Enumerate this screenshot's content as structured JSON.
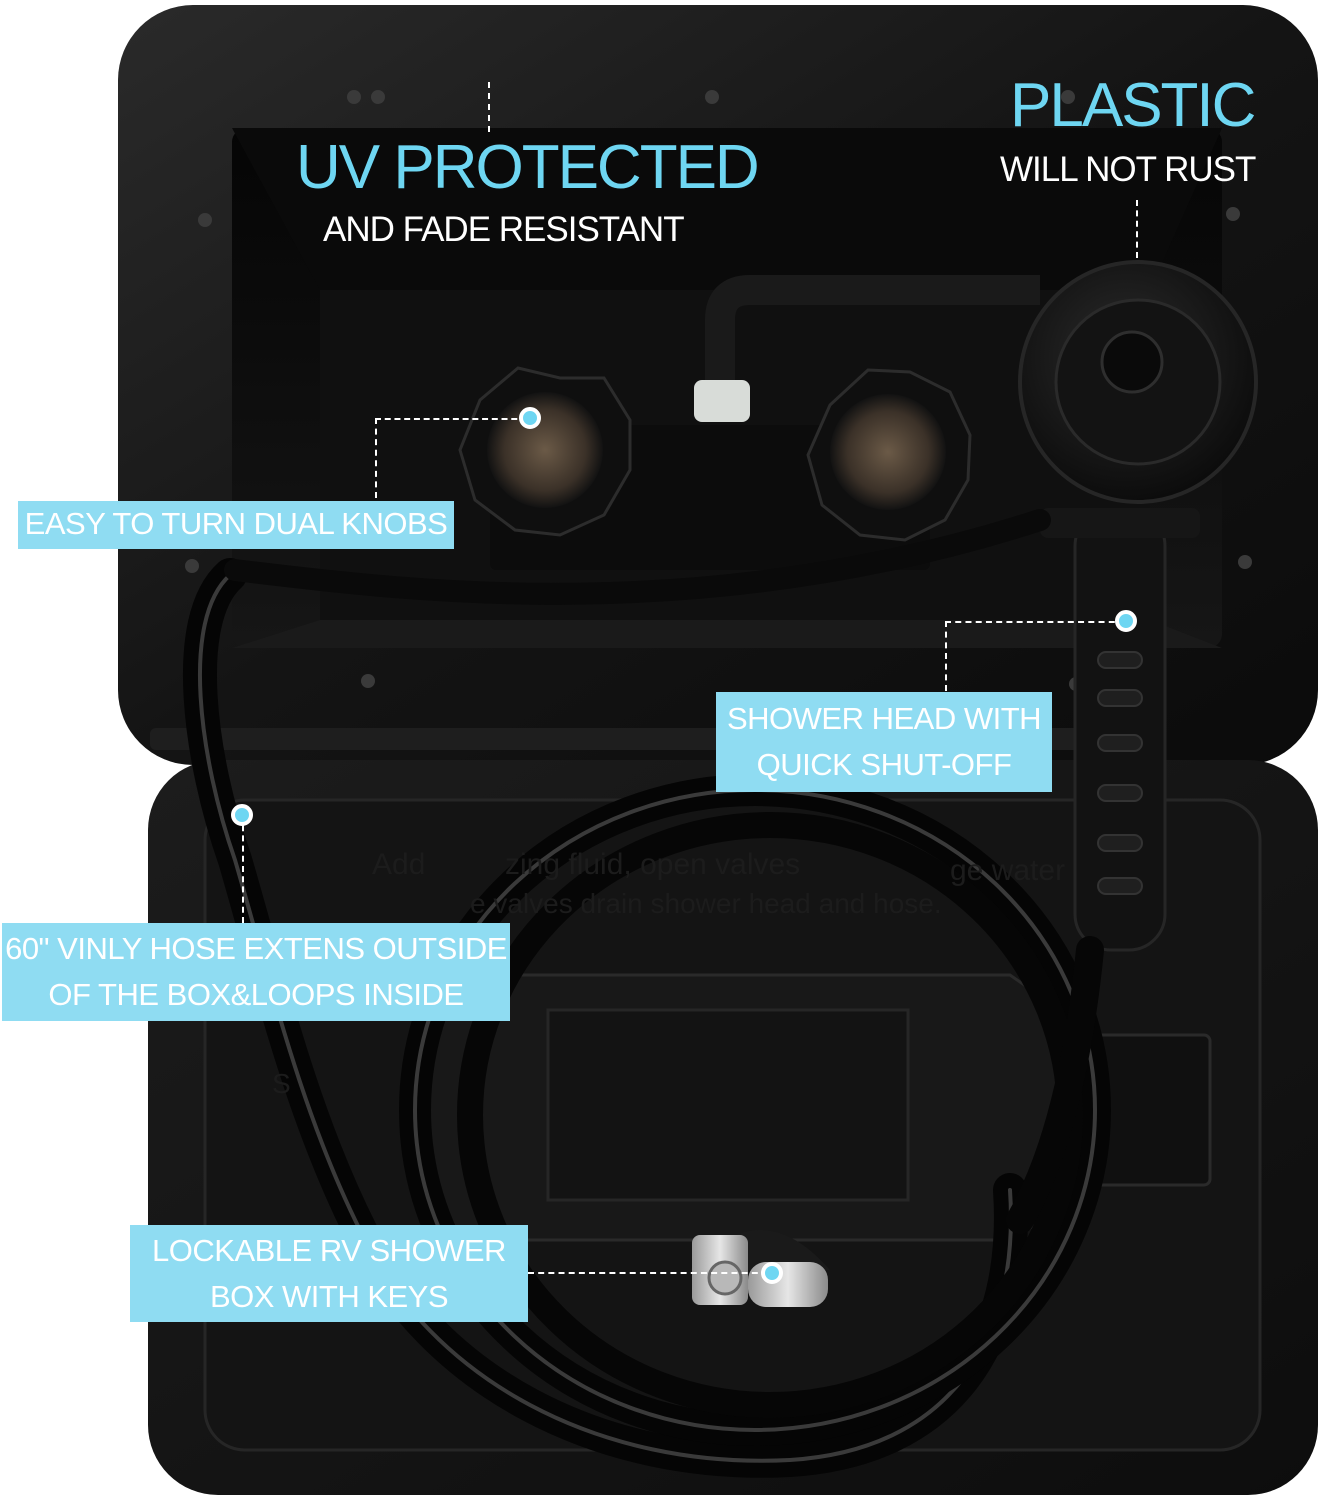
{
  "headlines": {
    "uv_title": "UV PROTECTED",
    "uv_subtitle": "AND FADE RESISTANT",
    "plastic_title": "PLASTIC",
    "plastic_subtitle": "WILL NOT RUST"
  },
  "callouts": {
    "knobs": "EASY TO TURN DUAL KNOBS",
    "shower_head_line1": "SHOWER HEAD WITH",
    "shower_head_line2": "QUICK SHUT-OFF",
    "hose_line1": "60\" VINLY HOSE EXTENS OUTSIDE",
    "hose_line2": "OF THE BOX&LOOPS INSIDE",
    "lock_line1": "LOCKABLE RV SHOWER",
    "lock_line2": "BOX WITH KEYS"
  },
  "embossed_text": {
    "line1": "Add",
    "line2": "zing fluid, open valves",
    "line3": "ge water",
    "line4": "e valves drain shower head and hose.",
    "part_number": "S"
  },
  "colors": {
    "accent": "#6ed6f2",
    "callout_bg": "#8fdcf2",
    "product": "#111111"
  }
}
